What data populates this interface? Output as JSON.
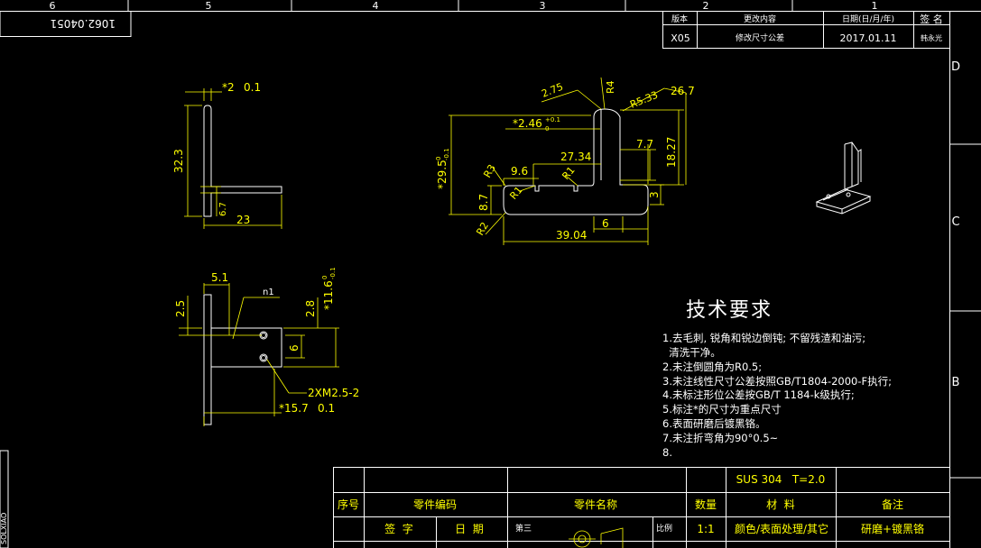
{
  "grid": {
    "top_numbers": [
      "6",
      "5",
      "4",
      "3",
      "2",
      "1"
    ],
    "right_letters": [
      "D",
      "C",
      "B"
    ],
    "drawing_no_mirrored": "1062.04051",
    "side_mirrored": "SOLXIAO"
  },
  "revision_table": {
    "headers": [
      "版本",
      "更改内容",
      "日期(日/月/年)",
      "签 名"
    ],
    "row": [
      "X05",
      "修改尺寸公差",
      "2017.01.11",
      "韩永光"
    ]
  },
  "front_view": {
    "dim_thickness": "*2",
    "dim_thickness_tol": "0.1",
    "dim_height": "32.3",
    "dim_flange": "6.7",
    "dim_width": "23"
  },
  "profile_view": {
    "dim_275": "2.75",
    "dim_r4": "R4",
    "dim_r533": "R5.33",
    "dim_267": "26.7",
    "dim_slot": "*2.46",
    "dim_slot_tol_up": "+0.1",
    "dim_slot_tol_low": "0",
    "dim_77": "7.7",
    "dim_2734": "27.34",
    "dim_1827": "18.27",
    "dim_295": "*29.5",
    "dim_295_tol_up": "0",
    "dim_295_tol_low": "-0.1",
    "dim_r3": "R3",
    "dim_96": "9.6",
    "dim_r1a": "R1",
    "dim_r1b": "R1",
    "dim_87": "8.7",
    "dim_3": "3",
    "dim_r2": "R2",
    "dim_6": "6",
    "dim_3904": "39.04"
  },
  "side_view": {
    "dim_51": "5.1",
    "label_n1": "n1",
    "dim_25": "2.5",
    "dim_28": "2.8",
    "dim_116": "*11.6",
    "dim_116_tol_up": "0",
    "dim_116_tol_low": "-0.1",
    "dim_6": "6",
    "hole_note": "2XM2.5-2",
    "dim_157": "*15.7",
    "dim_157_tol": "0.1"
  },
  "tech_req": {
    "title": "技术要求",
    "lines": [
      "1.去毛刺, 锐角和锐边倒钝; 不留残渣和油污;",
      "  清洗干净。",
      "2.未注倒圆角为R0.5;",
      "3.未注线性尺寸公差按照GB/T1804-2000-F执行;",
      "4.未标注形位公差按GB/T 1184-k级执行;",
      "5.标注*的尺寸为重点尺寸",
      "6.表面研磨后镀黑铬。",
      "7.未注折弯角为90°0.5~",
      "8."
    ]
  },
  "title_block": {
    "material": "SUS 304   T=2.0",
    "col_index": "序号",
    "col_part_code": "零件编码",
    "col_part_name": "零件名称",
    "col_qty": "数量",
    "col_material": "材  料",
    "col_remark": "备注",
    "sign": "签  字",
    "date": "日  期",
    "angle_label": "第三",
    "scale_label": "比例",
    "scale": "1:1",
    "finish_label": "颜色/表面处理/其它",
    "finish": "研磨+镀黑铬"
  },
  "colors": {
    "line": "#ffff00",
    "frame": "#ffffff",
    "text": "#ffffff"
  }
}
